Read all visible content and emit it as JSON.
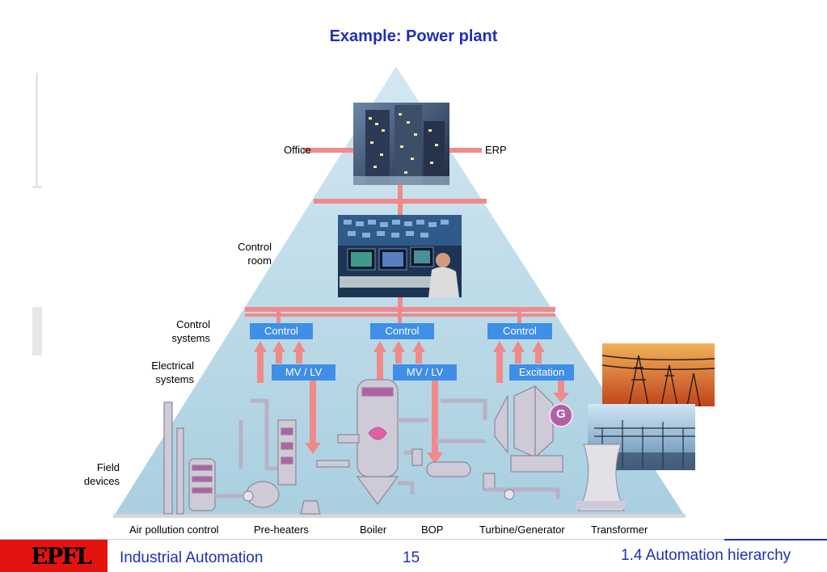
{
  "title": "Example: Power plant",
  "levels": {
    "office": "Office",
    "erp": "ERP",
    "control_room": [
      "Control",
      "room"
    ],
    "control_systems": [
      "Control",
      "systems"
    ],
    "electrical_systems": [
      "Electrical",
      "systems"
    ],
    "field_devices": [
      "Field",
      "devices"
    ]
  },
  "boxes": {
    "control_1": "Control",
    "control_2": "Control",
    "control_3": "Control",
    "mvlv_1": "MV / LV",
    "mvlv_2": "MV / LV",
    "excitation": "Excitation",
    "generator_symbol": "G"
  },
  "bottom_labels": [
    "Air pollution control",
    "Pre-heaters",
    "Boiler",
    "BOP",
    "Turbine/Generator",
    "Transformer"
  ],
  "footer": {
    "logo": "EPFL",
    "course": "Industrial Automation",
    "page": "15",
    "section": "1.4 Automation hierarchy"
  },
  "colors": {
    "pyramid": "#b9dbe9",
    "bus": "#f08a8a",
    "box": "#3f8fe6",
    "title": "#1f2fb8",
    "logo": "#e3140f"
  }
}
